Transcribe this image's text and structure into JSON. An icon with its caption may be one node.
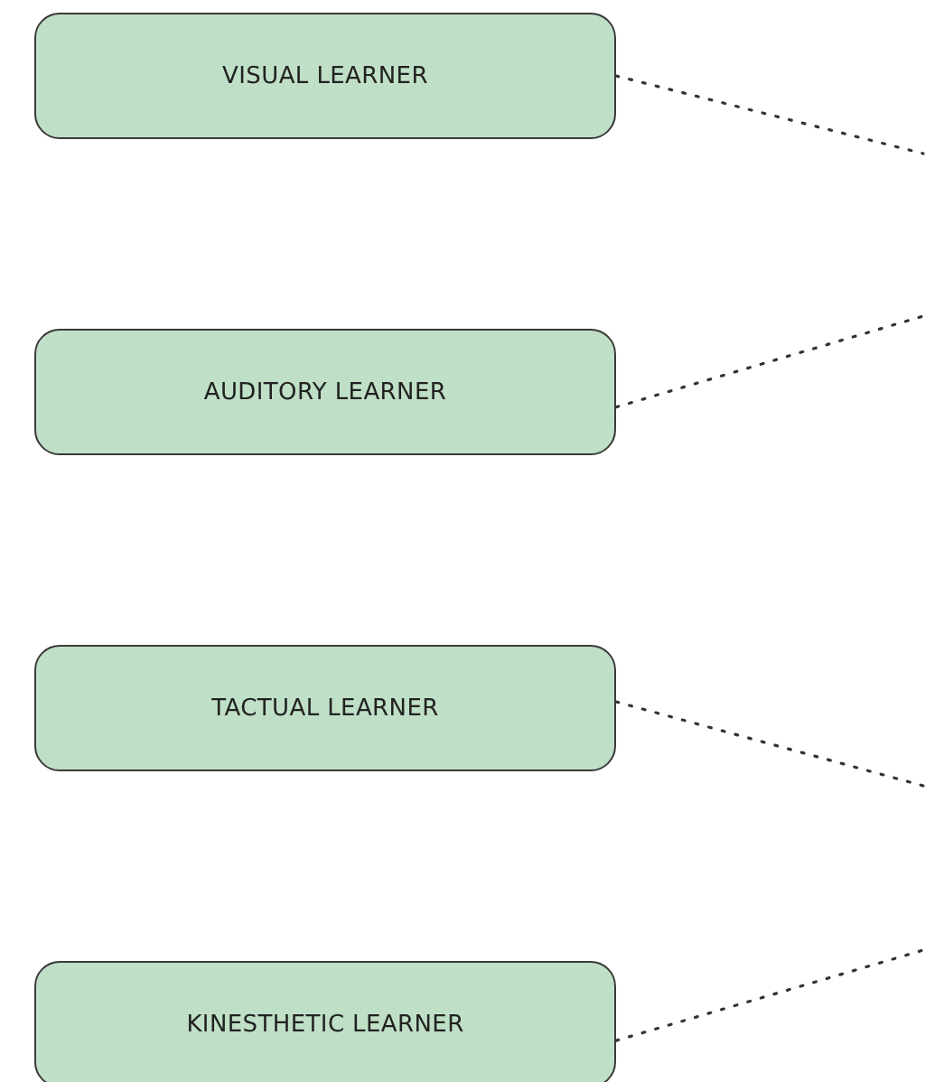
{
  "diagram": {
    "nodes": [
      {
        "text": [
          "VISUAL LEARNER"
        ]
      },
      {
        "text": [
          "AUDITORY LEARNER"
        ]
      },
      {
        "text": [
          "TACTUAL LEARNER"
        ]
      },
      {
        "text": [
          "KINESTHETIC LEARNER"
        ]
      }
    ],
    "edges": [
      {
        "from": 0,
        "to": null,
        "arrow": "none"
      },
      {
        "from": 1,
        "to": null,
        "arrow": "none"
      },
      {
        "from": 2,
        "to": null,
        "arrow": "none"
      },
      {
        "from": 3,
        "to": null,
        "arrow": "none"
      }
    ]
  }
}
